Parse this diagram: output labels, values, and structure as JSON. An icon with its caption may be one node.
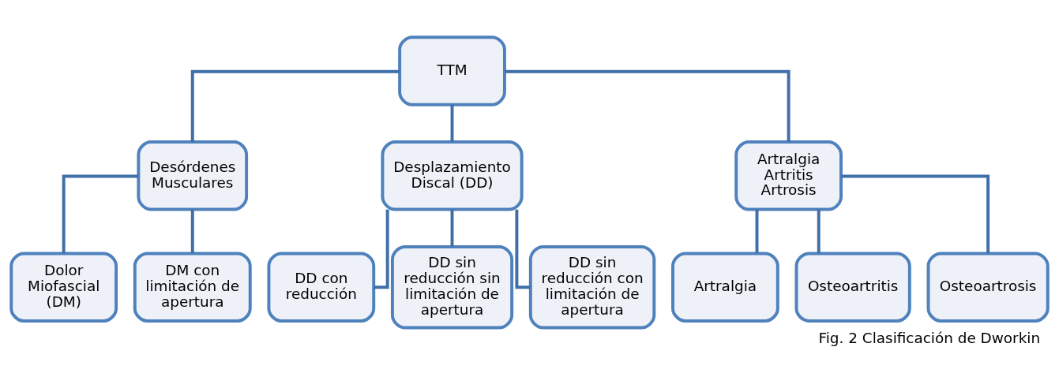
{
  "diagram": {
    "caption": "Fig. 2 Clasificación de Dworkin",
    "nodes": [
      {
        "text": [
          "TTM"
        ]
      },
      {
        "text": [
          "Desórdenes Musculares"
        ]
      },
      {
        "text": [
          "Desplazamiento Discal (DD)"
        ]
      },
      {
        "text": [
          "Artralgia Artritis Artrosis"
        ]
      },
      {
        "text": [
          "Dolor Miofascial (DM)"
        ]
      },
      {
        "text": [
          "DM con limitación de apertura"
        ]
      },
      {
        "text": [
          "DD con reducción"
        ]
      },
      {
        "text": [
          "DD sin reducción sin limitación de apertura"
        ]
      },
      {
        "text": [
          "DD sin reducción con limitación de apertura"
        ]
      },
      {
        "text": [
          "Artralgia"
        ]
      },
      {
        "text": [
          "Osteoartritis"
        ]
      },
      {
        "text": [
          "Osteoartrosis"
        ]
      }
    ],
    "edges": [
      {
        "from": 0,
        "to": 1,
        "arrow": "none"
      },
      {
        "from": 0,
        "to": 2,
        "arrow": "none"
      },
      {
        "from": 0,
        "to": 3,
        "arrow": "none"
      },
      {
        "from": 1,
        "to": 4,
        "arrow": "none"
      },
      {
        "from": 1,
        "to": 5,
        "arrow": "none"
      },
      {
        "from": 2,
        "to": 6,
        "arrow": "none"
      },
      {
        "from": 2,
        "to": 7,
        "arrow": "none"
      },
      {
        "from": 2,
        "to": 8,
        "arrow": "none"
      },
      {
        "from": 3,
        "to": 9,
        "arrow": "none"
      },
      {
        "from": 3,
        "to": 10,
        "arrow": "none"
      },
      {
        "from": 3,
        "to": 11,
        "arrow": "none"
      }
    ]
  }
}
